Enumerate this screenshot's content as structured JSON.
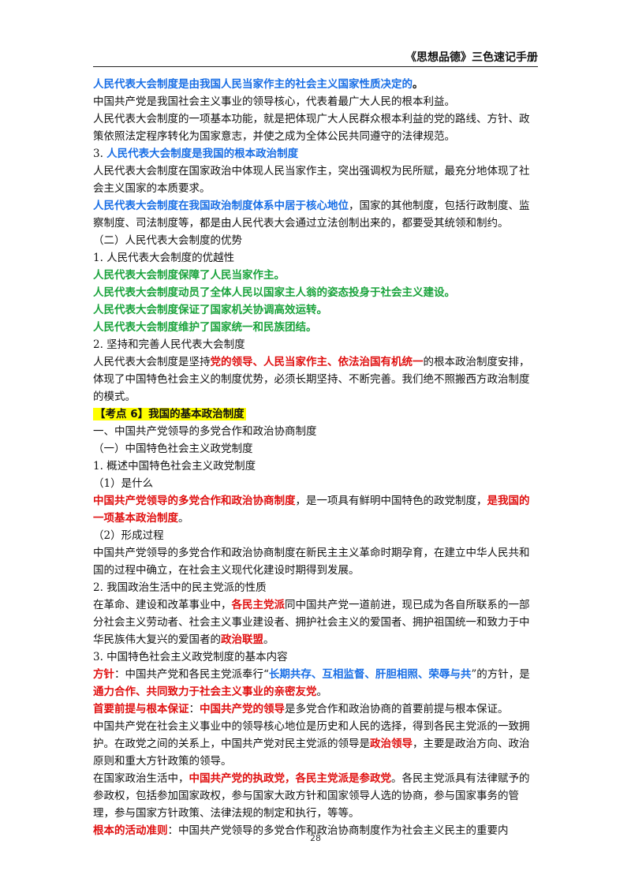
{
  "header": {
    "title": "《思想品德》三色速记手册"
  },
  "lines": [
    [
      {
        "t": "人民代表大会制度是由我国人民当家作主的社会主义国家性质决定的",
        "c": "blue"
      },
      {
        "t": "。",
        "c": "black-b"
      }
    ],
    [
      {
        "t": "中国共产党是我国社会主义事业的领导核心，代表着最广大人民的根本利益。",
        "c": ""
      }
    ],
    [
      {
        "t": "人民代表大会制度的一项基本功能，就是把体现广大人民群众根本利益的党的路线、方针、政策依照法定程序转化为国家意志，并使之成为全体公民共同遵守的法律规范。",
        "c": ""
      }
    ],
    [
      {
        "t": "3. ",
        "c": ""
      },
      {
        "t": "人民代表大会制度是我国的根本政治制度",
        "c": "blue"
      }
    ],
    [
      {
        "t": "人民代表大会制度在国家政治中体现人民当家作主，突出强调权为民所赋，最充分地体现了社会主义国家的本质要求。",
        "c": ""
      }
    ],
    [
      {
        "t": "人民代表大会制度在我国政治制度体系中居于核心地位",
        "c": "blue"
      },
      {
        "t": "，国家的其他制度，包括行政制度、监察制度、司法制度等，都是由人民代表大会通过立法创制出来的，都要受其统领和制约。",
        "c": ""
      }
    ],
    [
      {
        "t": "（二）人民代表大会制度的优势",
        "c": ""
      }
    ],
    [
      {
        "t": "1. 人民代表大会制度的优越性",
        "c": ""
      }
    ],
    [
      {
        "t": "人民代表大会制度保障了人民当家作主。",
        "c": "green"
      }
    ],
    [
      {
        "t": "人民代表大会制度动员了全体人民以国家主人翁的姿态投身于社会主义建设。",
        "c": "green"
      }
    ],
    [
      {
        "t": "人民代表大会制度保证了国家机关协调高效运转。",
        "c": "green"
      }
    ],
    [
      {
        "t": "人民代表大会制度维护了国家统一和民族团结。",
        "c": "green"
      }
    ],
    [
      {
        "t": "2. 坚持和完善人民代表大会制度",
        "c": ""
      }
    ],
    [
      {
        "t": "人民代表大会制度是坚持",
        "c": ""
      },
      {
        "t": "党的领导、人民当家作主、依法治国有机统一",
        "c": "red"
      },
      {
        "t": "的根本政治制度安排，体现了中国特色社会主义的制度优势，必须长期坚持、不断完善。我们绝不照搬西方政治制度的模式。",
        "c": ""
      }
    ],
    [
      {
        "t": "【考点 6】我国的基本政治制度",
        "c": "hl"
      }
    ],
    [
      {
        "t": "一、中国共产党领导的多党合作和政治协商制度",
        "c": ""
      }
    ],
    [
      {
        "t": "（一）中国特色社会主义政党制度",
        "c": ""
      }
    ],
    [
      {
        "t": "1. 概述中国特色社会主义政党制度",
        "c": ""
      }
    ],
    [
      {
        "t": "（1）是什么",
        "c": ""
      }
    ],
    [
      {
        "t": "中国共产党领导的多党合作和政治协商制度",
        "c": "red"
      },
      {
        "t": "，是一项具有鲜明中国特色的政党制度，",
        "c": ""
      },
      {
        "t": "是我国的一项基本政治制度",
        "c": "red"
      },
      {
        "t": "。",
        "c": ""
      }
    ],
    [
      {
        "t": "（2）形成过程",
        "c": ""
      }
    ],
    [
      {
        "t": "中国共产党领导的多党合作和政治协商制度在新民主主义革命时期孕育，在建立中华人民共和国的过程中确立，在社会主义现代化建设时期得到发展。",
        "c": ""
      }
    ],
    [
      {
        "t": "2. 我国政治生活中的民主党派的性质",
        "c": ""
      }
    ],
    [
      {
        "t": "在革命、建设和改革事业中，",
        "c": ""
      },
      {
        "t": "各民主党派",
        "c": "red"
      },
      {
        "t": "同中国共产党一道前进，现已成为各自所联系的一部分社会主义劳动者、社会主义事业建设者、拥护社会主义的爱国者、拥护祖国统一和致力于中华民族伟大复兴的爱国者的",
        "c": ""
      },
      {
        "t": "政治联盟",
        "c": "red"
      },
      {
        "t": "。",
        "c": ""
      }
    ],
    [
      {
        "t": "3. 中国特色社会主义政党制度的基本内容",
        "c": ""
      }
    ],
    [
      {
        "t": "方针",
        "c": "red"
      },
      {
        "t": "：中国共产党和各民主党派奉行“",
        "c": ""
      },
      {
        "t": "长期共存、互相监督、肝胆相照、荣辱与共",
        "c": "blue"
      },
      {
        "t": "”的方针，是",
        "c": ""
      },
      {
        "t": "通力合作、共同致力于社会主义事业的亲密友党",
        "c": "red"
      },
      {
        "t": "。",
        "c": ""
      }
    ],
    [
      {
        "t": "首要前提与根本保证",
        "c": "red"
      },
      {
        "t": "：",
        "c": ""
      },
      {
        "t": "中国共产党的领导",
        "c": "red"
      },
      {
        "t": "是多党合作和政治协商的首要前提与根本保证。",
        "c": ""
      }
    ],
    [
      {
        "t": "中国共产党在社会主义事业中的领导核心地位是历史和人民的选择，得到各民主党派的一致拥护。在政党之间的关系上，中国共产党对民主党派的领导是",
        "c": ""
      },
      {
        "t": "政治领导",
        "c": "red"
      },
      {
        "t": "，主要是政治方向、政治原则和重大方针政策的领导。",
        "c": ""
      }
    ],
    [
      {
        "t": "在国家政治生活中，",
        "c": ""
      },
      {
        "t": "中国共产党的执政党，各民主党派是参政党",
        "c": "red"
      },
      {
        "t": "。各民主党派具有法律赋予的参政权，包括参加国家政权，参与国家大政方针和国家领导人选的协商，参与国家事务的管理，参与国家方针政策、法律法规的制定和执行，等等。",
        "c": ""
      }
    ],
    [
      {
        "t": "根本的活动准则",
        "c": "red"
      },
      {
        "t": "：中国共产党领导的多党合作和政治协商制度作为社会主义民主的重要内",
        "c": ""
      }
    ]
  ],
  "page_number": "28"
}
